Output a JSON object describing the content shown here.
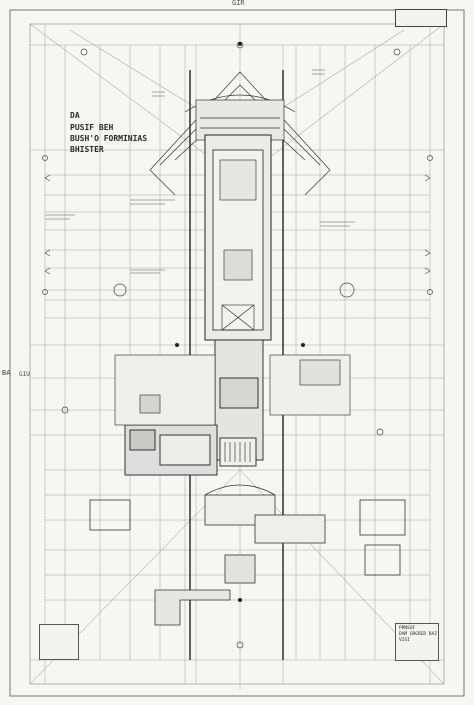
{
  "sheet": {
    "ref_label": "GIR",
    "title_block_text": "",
    "side_label": "BA",
    "grid_mark": "GIU"
  },
  "title": {
    "line1": "DA",
    "line2": "PUSIF BEH",
    "line3": "BUSH'O FORMINIAS",
    "line4": "BHISTER"
  },
  "stamp": {
    "line1": "PRNSOF",
    "line2": "DAM GRGRER DAZ",
    "line3": "VISI"
  },
  "colors": {
    "paper": "#f6f6f4",
    "ink": "#2a2a2a",
    "line": "#555555"
  }
}
